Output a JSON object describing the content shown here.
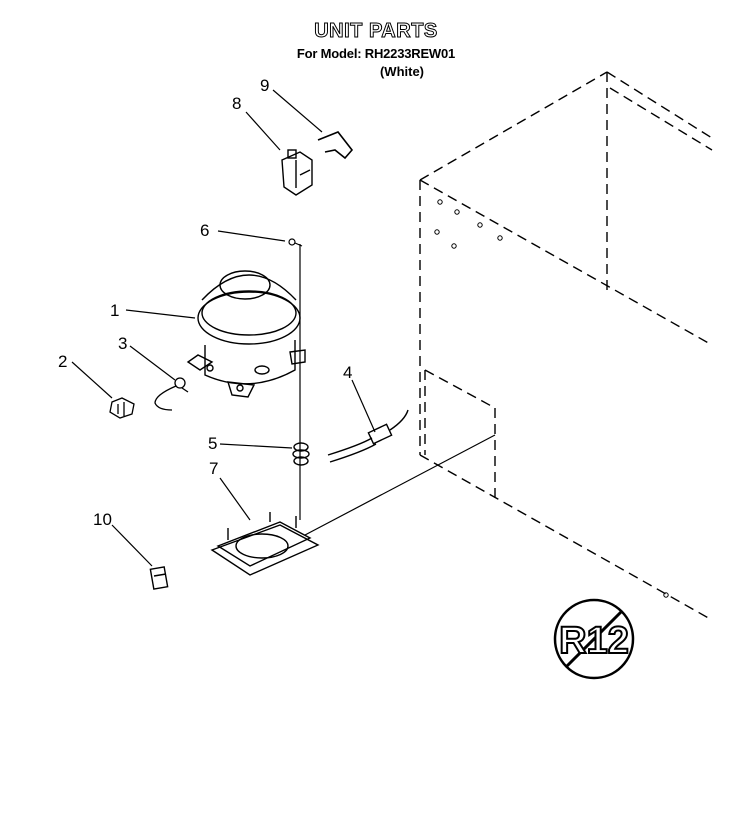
{
  "header": {
    "title": "UNIT PARTS",
    "model_line": "For Model: RH2233REW01",
    "color_line": "(White)"
  },
  "callouts": [
    "1",
    "2",
    "3",
    "4",
    "5",
    "6",
    "7",
    "8",
    "9",
    "10"
  ],
  "badge": {
    "text": "R12"
  }
}
